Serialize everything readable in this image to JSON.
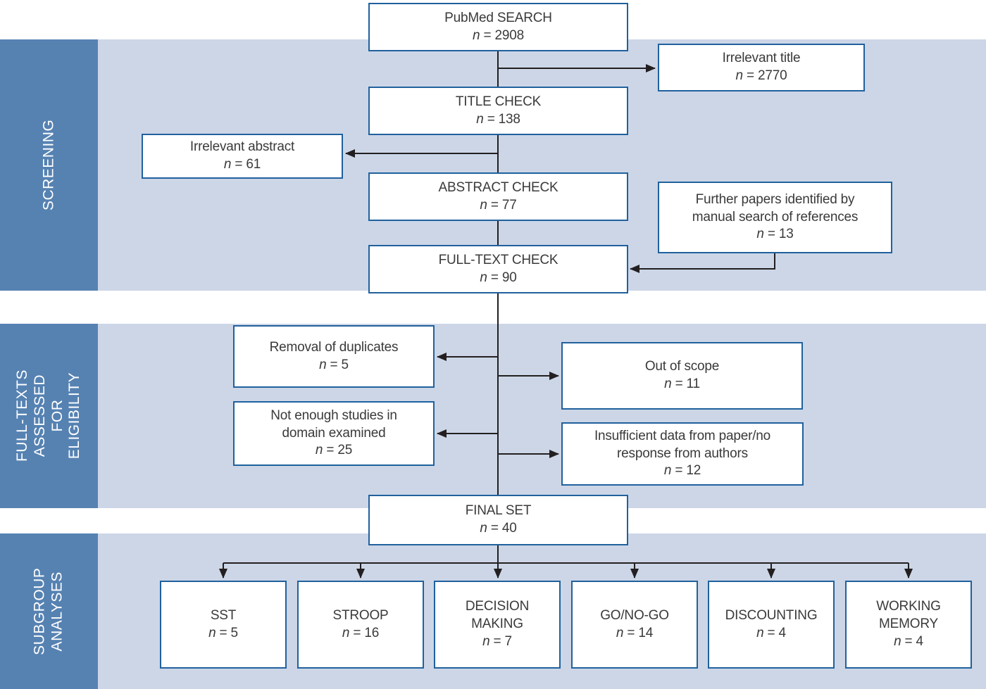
{
  "colors": {
    "band_background": "#ccd6e7",
    "sidebar_background": "#5682b2",
    "box_border": "#20619d",
    "connector_line": "#231f20",
    "box_text": "#3a3a3a",
    "sidebar_text": "#ffffff"
  },
  "sidebar_sections": [
    {
      "label": "SCREENING"
    },
    {
      "label": "FULL-TEXTS ASSESSED\nFOR ELIGIBILITY"
    },
    {
      "label": "SUBGROUP\nANALYSES"
    }
  ],
  "boxes": {
    "pubmed": {
      "label": "PubMed SEARCH",
      "n_var": "n",
      "n_rest": " = 2908"
    },
    "irrelevant_title": {
      "label": "Irrelevant title",
      "n_var": "n",
      "n_rest": " = 2770"
    },
    "title_check": {
      "label": "TITLE CHECK",
      "n_var": "n",
      "n_rest": " = 138"
    },
    "irrelevant_abstract": {
      "label": "Irrelevant abstract",
      "n_var": "n",
      "n_rest": " = 61"
    },
    "abstract_check": {
      "label": "ABSTRACT CHECK",
      "n_var": "n",
      "n_rest": " = 77"
    },
    "further_papers": {
      "label": "Further papers identified by\nmanual search of references",
      "n_var": "n",
      "n_rest": " = 13"
    },
    "full_text_check": {
      "label": "FULL-TEXT CHECK",
      "n_var": "n",
      "n_rest": " = 90"
    },
    "removal_duplicates": {
      "label": "Removal of duplicates",
      "n_var": "n",
      "n_rest": " = 5"
    },
    "out_of_scope": {
      "label": "Out of scope",
      "n_var": "n",
      "n_rest": " = 11"
    },
    "not_enough_studies": {
      "label": "Not enough studies in\ndomain examined",
      "n_var": "n",
      "n_rest": " = 25"
    },
    "insufficient_data": {
      "label": "Insufficient data from paper/no\nresponse from authors",
      "n_var": "n",
      "n_rest": " = 12"
    },
    "final_set": {
      "label": "FINAL SET",
      "n_var": "n",
      "n_rest": " = 40"
    },
    "sst": {
      "label": "SST",
      "n_var": "n",
      "n_rest": " = 5"
    },
    "stroop": {
      "label": "STROOP",
      "n_var": "n",
      "n_rest": " = 16"
    },
    "decision_making": {
      "label": "DECISION\nMAKING",
      "n_var": "n",
      "n_rest": " = 7"
    },
    "go_no_go": {
      "label": "GO/NO-GO",
      "n_var": "n",
      "n_rest": " = 14"
    },
    "discounting": {
      "label": "DISCOUNTING",
      "n_var": "n",
      "n_rest": " = 4"
    },
    "working_memory": {
      "label": "WORKING\nMEMORY",
      "n_var": "n",
      "n_rest": " = 4"
    }
  }
}
